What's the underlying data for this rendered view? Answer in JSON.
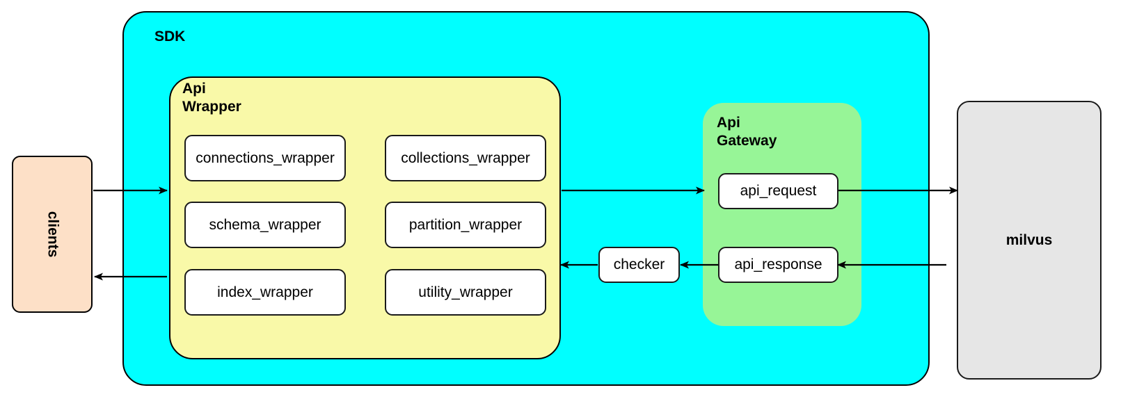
{
  "diagram": {
    "title_text_visible": false,
    "containers": {
      "sdk": {
        "label": "SDK",
        "color": "#00ffff"
      },
      "api_wrapper": {
        "label": "Api\nWrapper",
        "color": "#f9f9a8"
      },
      "api_gateway": {
        "label": "Api\nGateway",
        "color": "#97f597"
      }
    },
    "external": {
      "clients": {
        "label": "clients",
        "color": "#fde0c7"
      },
      "milvus": {
        "label": "milvus",
        "color": "#e6e6e6"
      }
    },
    "api_wrapper_modules": [
      {
        "label": "connections_wrapper"
      },
      {
        "label": "collections_wrapper"
      },
      {
        "label": "schema_wrapper"
      },
      {
        "label": "partition_wrapper"
      },
      {
        "label": "index_wrapper"
      },
      {
        "label": "utility_wrapper"
      }
    ],
    "api_gateway_modules": [
      {
        "label": "api_request"
      },
      {
        "label": "api_response"
      }
    ],
    "checker": {
      "label": "checker"
    },
    "flows": [
      {
        "from": "clients",
        "to": "api_wrapper",
        "direction": "right"
      },
      {
        "from": "api_wrapper",
        "to": "api_gateway",
        "direction": "right"
      },
      {
        "from": "api_request",
        "to": "milvus",
        "direction": "right"
      },
      {
        "from": "milvus",
        "to": "api_response",
        "direction": "left"
      },
      {
        "from": "api_response",
        "to": "checker",
        "direction": "left"
      },
      {
        "from": "checker",
        "to": "api_wrapper",
        "direction": "left"
      },
      {
        "from": "api_wrapper",
        "to": "clients",
        "direction": "left"
      }
    ],
    "colors": {
      "stroke": "#000000",
      "background": "#ffffff"
    }
  }
}
